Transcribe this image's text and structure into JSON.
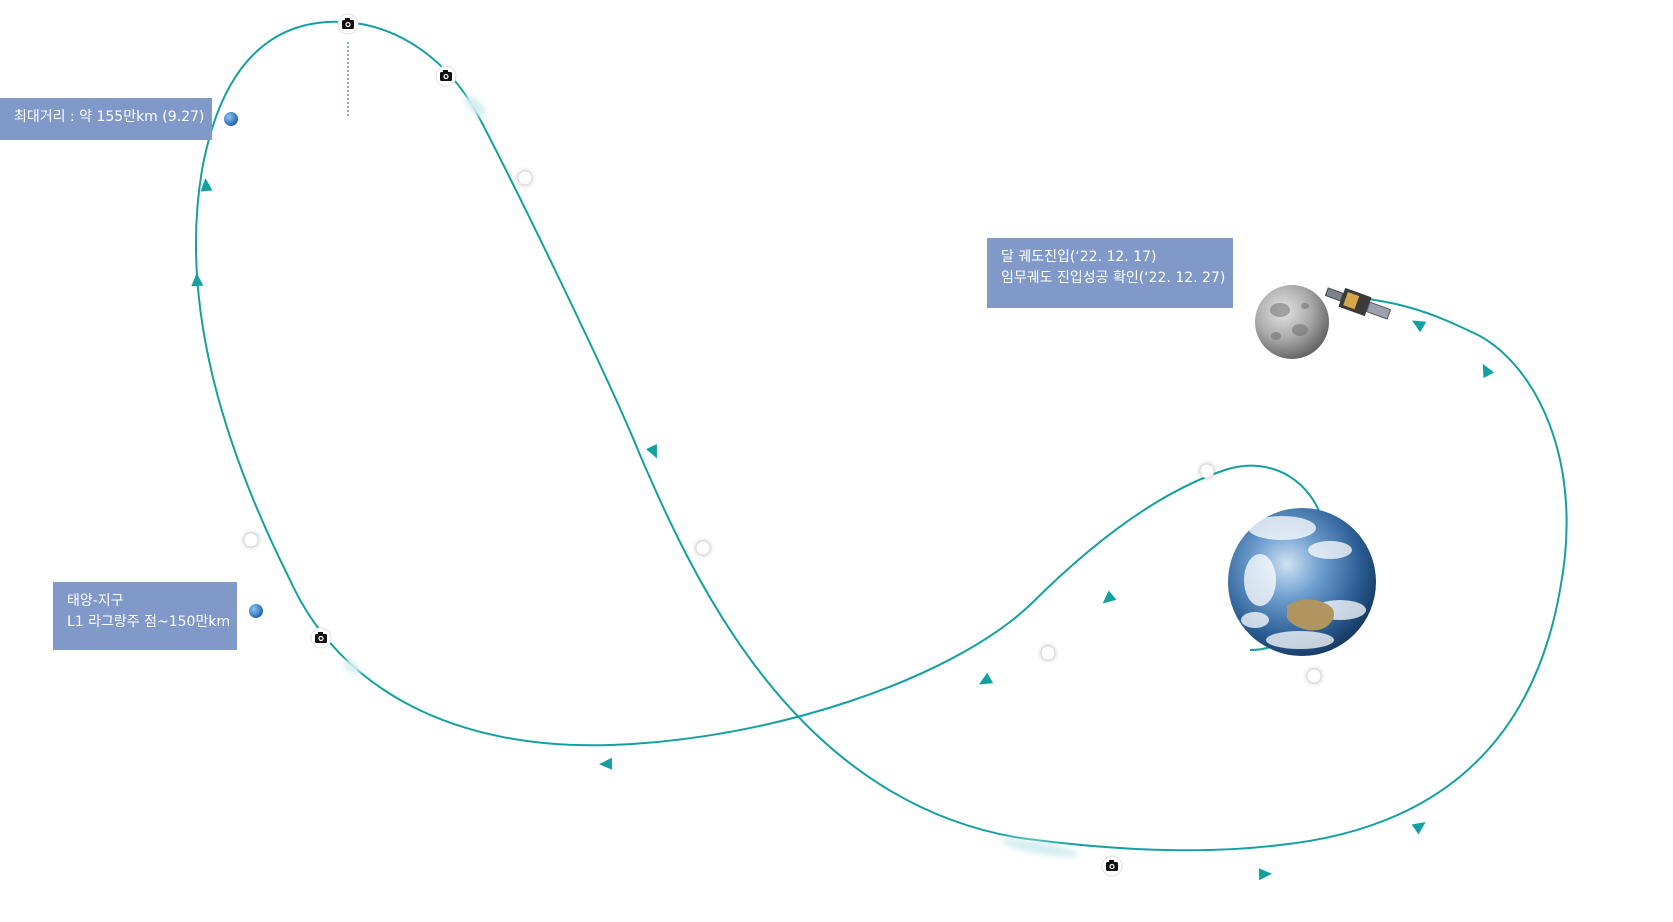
{
  "labels": {
    "max_distance": "최대거리 : 약 155만km (9.27)",
    "lagrange_line1": "태양-지구",
    "lagrange_line2": "L1 라그랑주 점~150만km",
    "lunar_line1": "달 궤도진입(‘22. 12. 17)",
    "lunar_line2": "임무궤도 진입성공 확인(‘22. 12. 27)"
  },
  "colors": {
    "trajectory": "#14a0a0",
    "label_bg": "#8199c9",
    "marker_blue": "#2e78c8"
  },
  "icons": [
    "camera-icon",
    "earth",
    "moon",
    "spacecraft"
  ]
}
